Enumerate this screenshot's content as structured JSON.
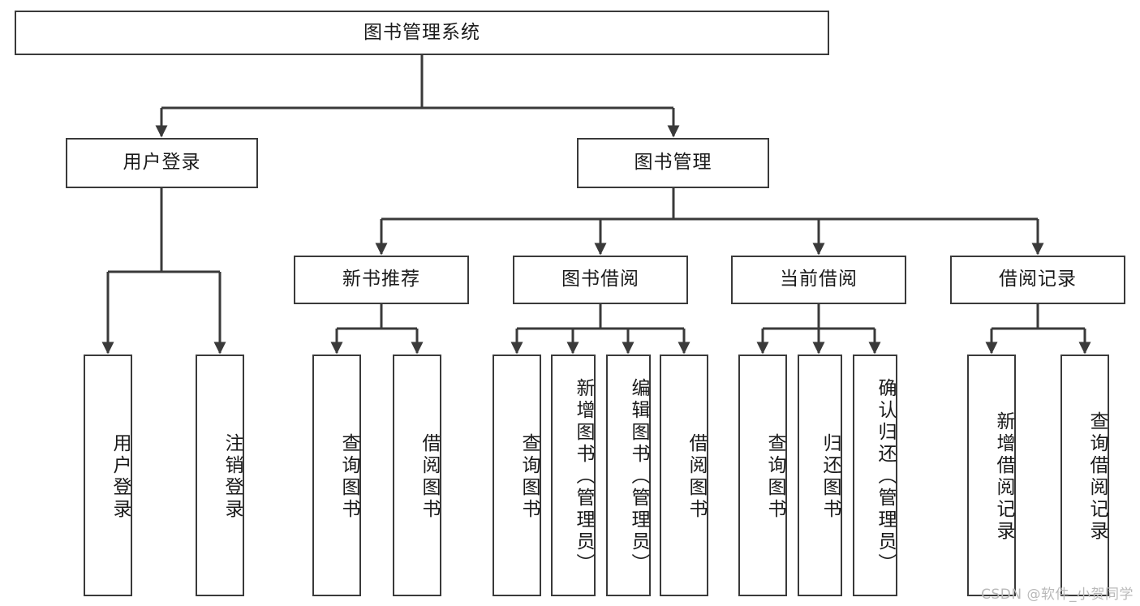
{
  "title": "图书管理系统",
  "watermark": "CSDN @软件_小贺同学",
  "diagram": {
    "type": "tree",
    "orientation": "top-down",
    "edge_color": "#3a3a3a",
    "node_border_color": "#3a3a3a",
    "node_fill_color": "#ffffff",
    "text_color": "#1a1a1a"
  },
  "nodes": {
    "root": {
      "label": "图书管理系统",
      "level": 1,
      "orientation": "horizontal"
    },
    "level2": [
      {
        "id": "user-login",
        "label": "用户登录",
        "level": 2,
        "orientation": "horizontal"
      },
      {
        "id": "book-management",
        "label": "图书管理",
        "level": 2,
        "orientation": "horizontal"
      }
    ],
    "level3": [
      {
        "id": "new-book-recommend",
        "label": "新书推荐",
        "level": 3,
        "orientation": "horizontal",
        "parent": "book-management"
      },
      {
        "id": "book-borrow",
        "label": "图书借阅",
        "level": 3,
        "orientation": "horizontal",
        "parent": "book-management"
      },
      {
        "id": "current-borrow",
        "label": "当前借阅",
        "level": 3,
        "orientation": "horizontal",
        "parent": "book-management"
      },
      {
        "id": "borrow-record",
        "label": "借阅记录",
        "level": 3,
        "orientation": "horizontal",
        "parent": "book-management"
      }
    ],
    "leaves": [
      {
        "id": "leaf-user-login",
        "label": "用户登录",
        "parent": "user-login",
        "orientation": "vertical"
      },
      {
        "id": "leaf-user-logout",
        "label": "注销登录",
        "parent": "user-login",
        "orientation": "vertical"
      },
      {
        "id": "leaf-query-book-rec",
        "label": "查询图书",
        "parent": "new-book-recommend",
        "orientation": "vertical"
      },
      {
        "id": "leaf-borrow-book-rec",
        "label": "借阅图书",
        "parent": "new-book-recommend",
        "orientation": "vertical"
      },
      {
        "id": "leaf-query-book-borrow",
        "label": "查询图书",
        "parent": "book-borrow",
        "orientation": "vertical"
      },
      {
        "id": "leaf-add-book",
        "label": "新增图书（管理员）",
        "parent": "book-borrow",
        "orientation": "vertical"
      },
      {
        "id": "leaf-edit-book",
        "label": "编辑图书（管理员）",
        "parent": "book-borrow",
        "orientation": "vertical"
      },
      {
        "id": "leaf-borrow-book",
        "label": "借阅图书",
        "parent": "book-borrow",
        "orientation": "vertical"
      },
      {
        "id": "leaf-query-book-current",
        "label": "查询图书",
        "parent": "current-borrow",
        "orientation": "vertical"
      },
      {
        "id": "leaf-return-book",
        "label": "归还图书",
        "parent": "current-borrow",
        "orientation": "vertical"
      },
      {
        "id": "leaf-confirm-return",
        "label": "确认归还（管理员）",
        "parent": "current-borrow",
        "orientation": "vertical"
      },
      {
        "id": "leaf-add-record",
        "label": "新增借阅记录",
        "parent": "borrow-record",
        "orientation": "vertical"
      },
      {
        "id": "leaf-query-record",
        "label": "查询借阅记录",
        "parent": "borrow-record",
        "orientation": "vertical"
      }
    ]
  }
}
